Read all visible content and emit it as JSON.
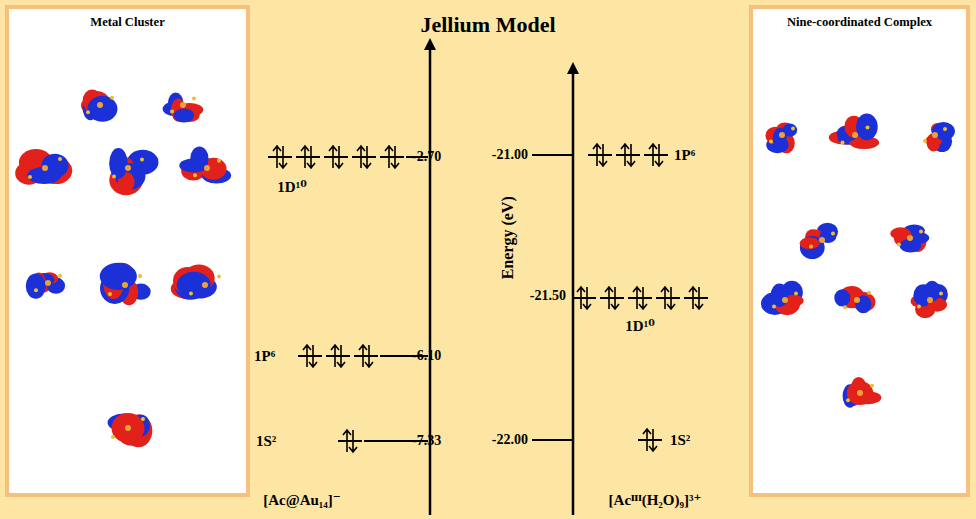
{
  "diagram": {
    "title": "Jellium Model",
    "nodes": [
      {
        "text": [
          "Metal Cluster"
        ]
      },
      {
        "text": [
          "Nine-coordinated Complex"
        ]
      }
    ],
    "labels": [
      "1D¹⁰",
      "-2.70",
      "1P⁶",
      "-6.10",
      "1S²",
      "-7.33",
      "[Ac@Au₁₄]⁻",
      "Energy (eV)",
      "-21.00",
      "1P⁶",
      "-21.50",
      "1D¹⁰",
      "-22.00",
      "1S²",
      "[Acᴵᴵᴵ(H₂O)₉]³⁺"
    ]
  }
}
